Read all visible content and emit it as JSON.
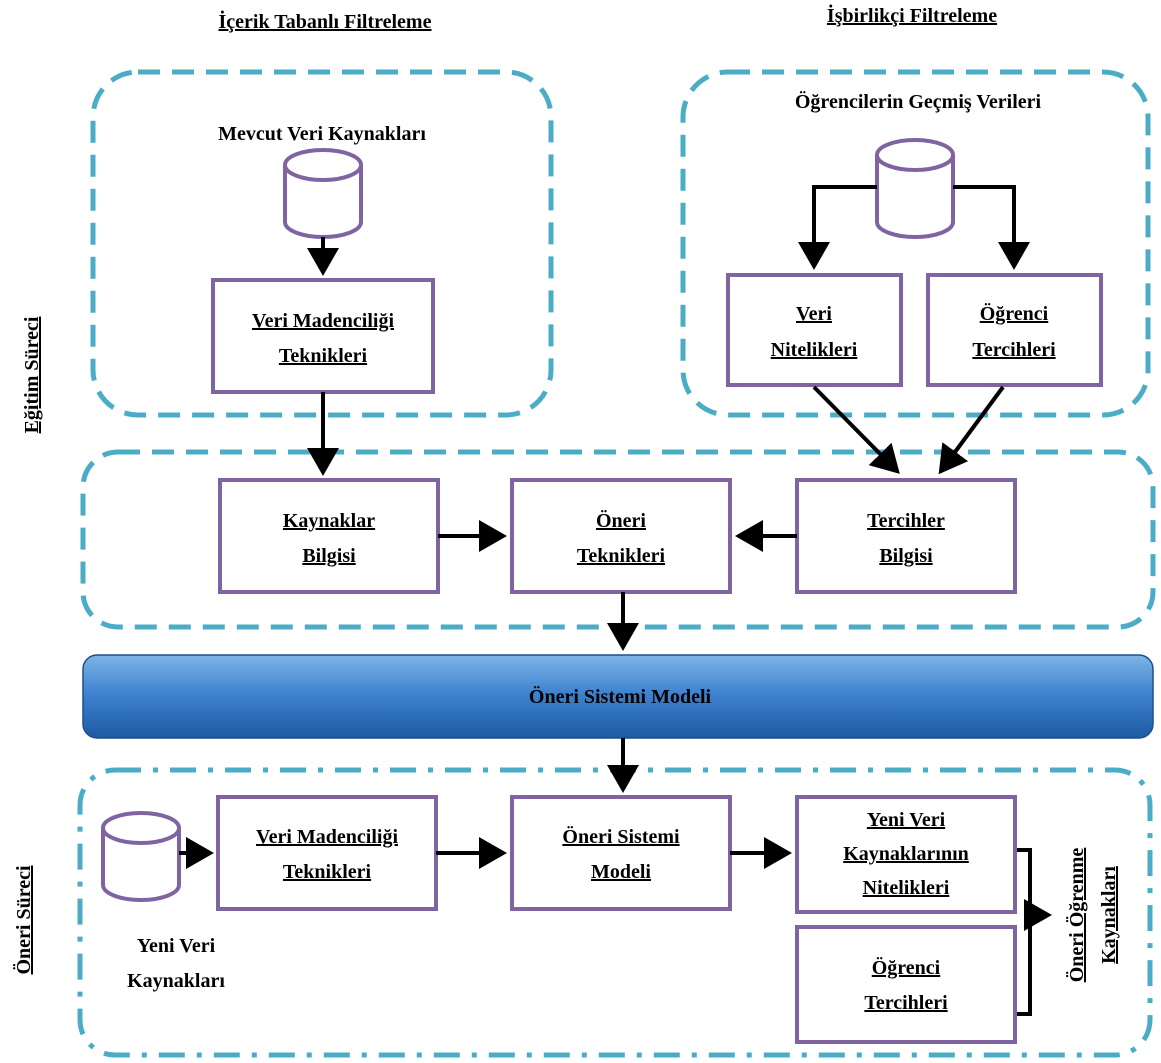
{
  "headers": {
    "content_based": "İçerik Tabanlı Filtreleme",
    "collaborative": "İşbirlikçi Filtreleme"
  },
  "side_labels": {
    "training": "Eğitim Süreci",
    "recommendation": "Öneri Süreci",
    "output": [
      "Öneri Öğrenme",
      "Kaynakları"
    ]
  },
  "panels": {
    "existing_sources_title": "Mevcut Veri Kaynakları",
    "student_history_title": "Öğrencilerin Geçmiş Verileri"
  },
  "boxes": {
    "data_mining_top": [
      "Veri Madenciliği",
      "Teknikleri"
    ],
    "data_attributes": [
      "Veri",
      "Nitelikleri"
    ],
    "student_prefs_top": [
      "Öğrenci",
      "Tercihleri"
    ],
    "resources_info": [
      "Kaynaklar",
      "Bilgisi"
    ],
    "recommendation_techniques": [
      "Öneri",
      "Teknikleri"
    ],
    "preferences_info": [
      "Tercihler",
      "Bilgisi"
    ],
    "data_mining_bottom": [
      "Veri Madenciliği",
      "Teknikleri"
    ],
    "rec_system_model_box": [
      "Öneri Sistemi",
      "Modeli"
    ],
    "new_sources_attributes": [
      "Yeni Veri",
      "Kaynaklarının",
      "Nitelikleri"
    ],
    "student_prefs_bottom": [
      "Öğrenci",
      "Tercihleri"
    ]
  },
  "banner": "Öneri Sistemi Modeli",
  "new_sources_label": [
    "Yeni Veri",
    "Kaynakları"
  ],
  "colors": {
    "dashed_border": "#4bacc6",
    "box_border": "#8064a2",
    "banner_top": "#5b9bd5",
    "banner_bottom": "#1f5fa8",
    "arrow": "#000000"
  }
}
